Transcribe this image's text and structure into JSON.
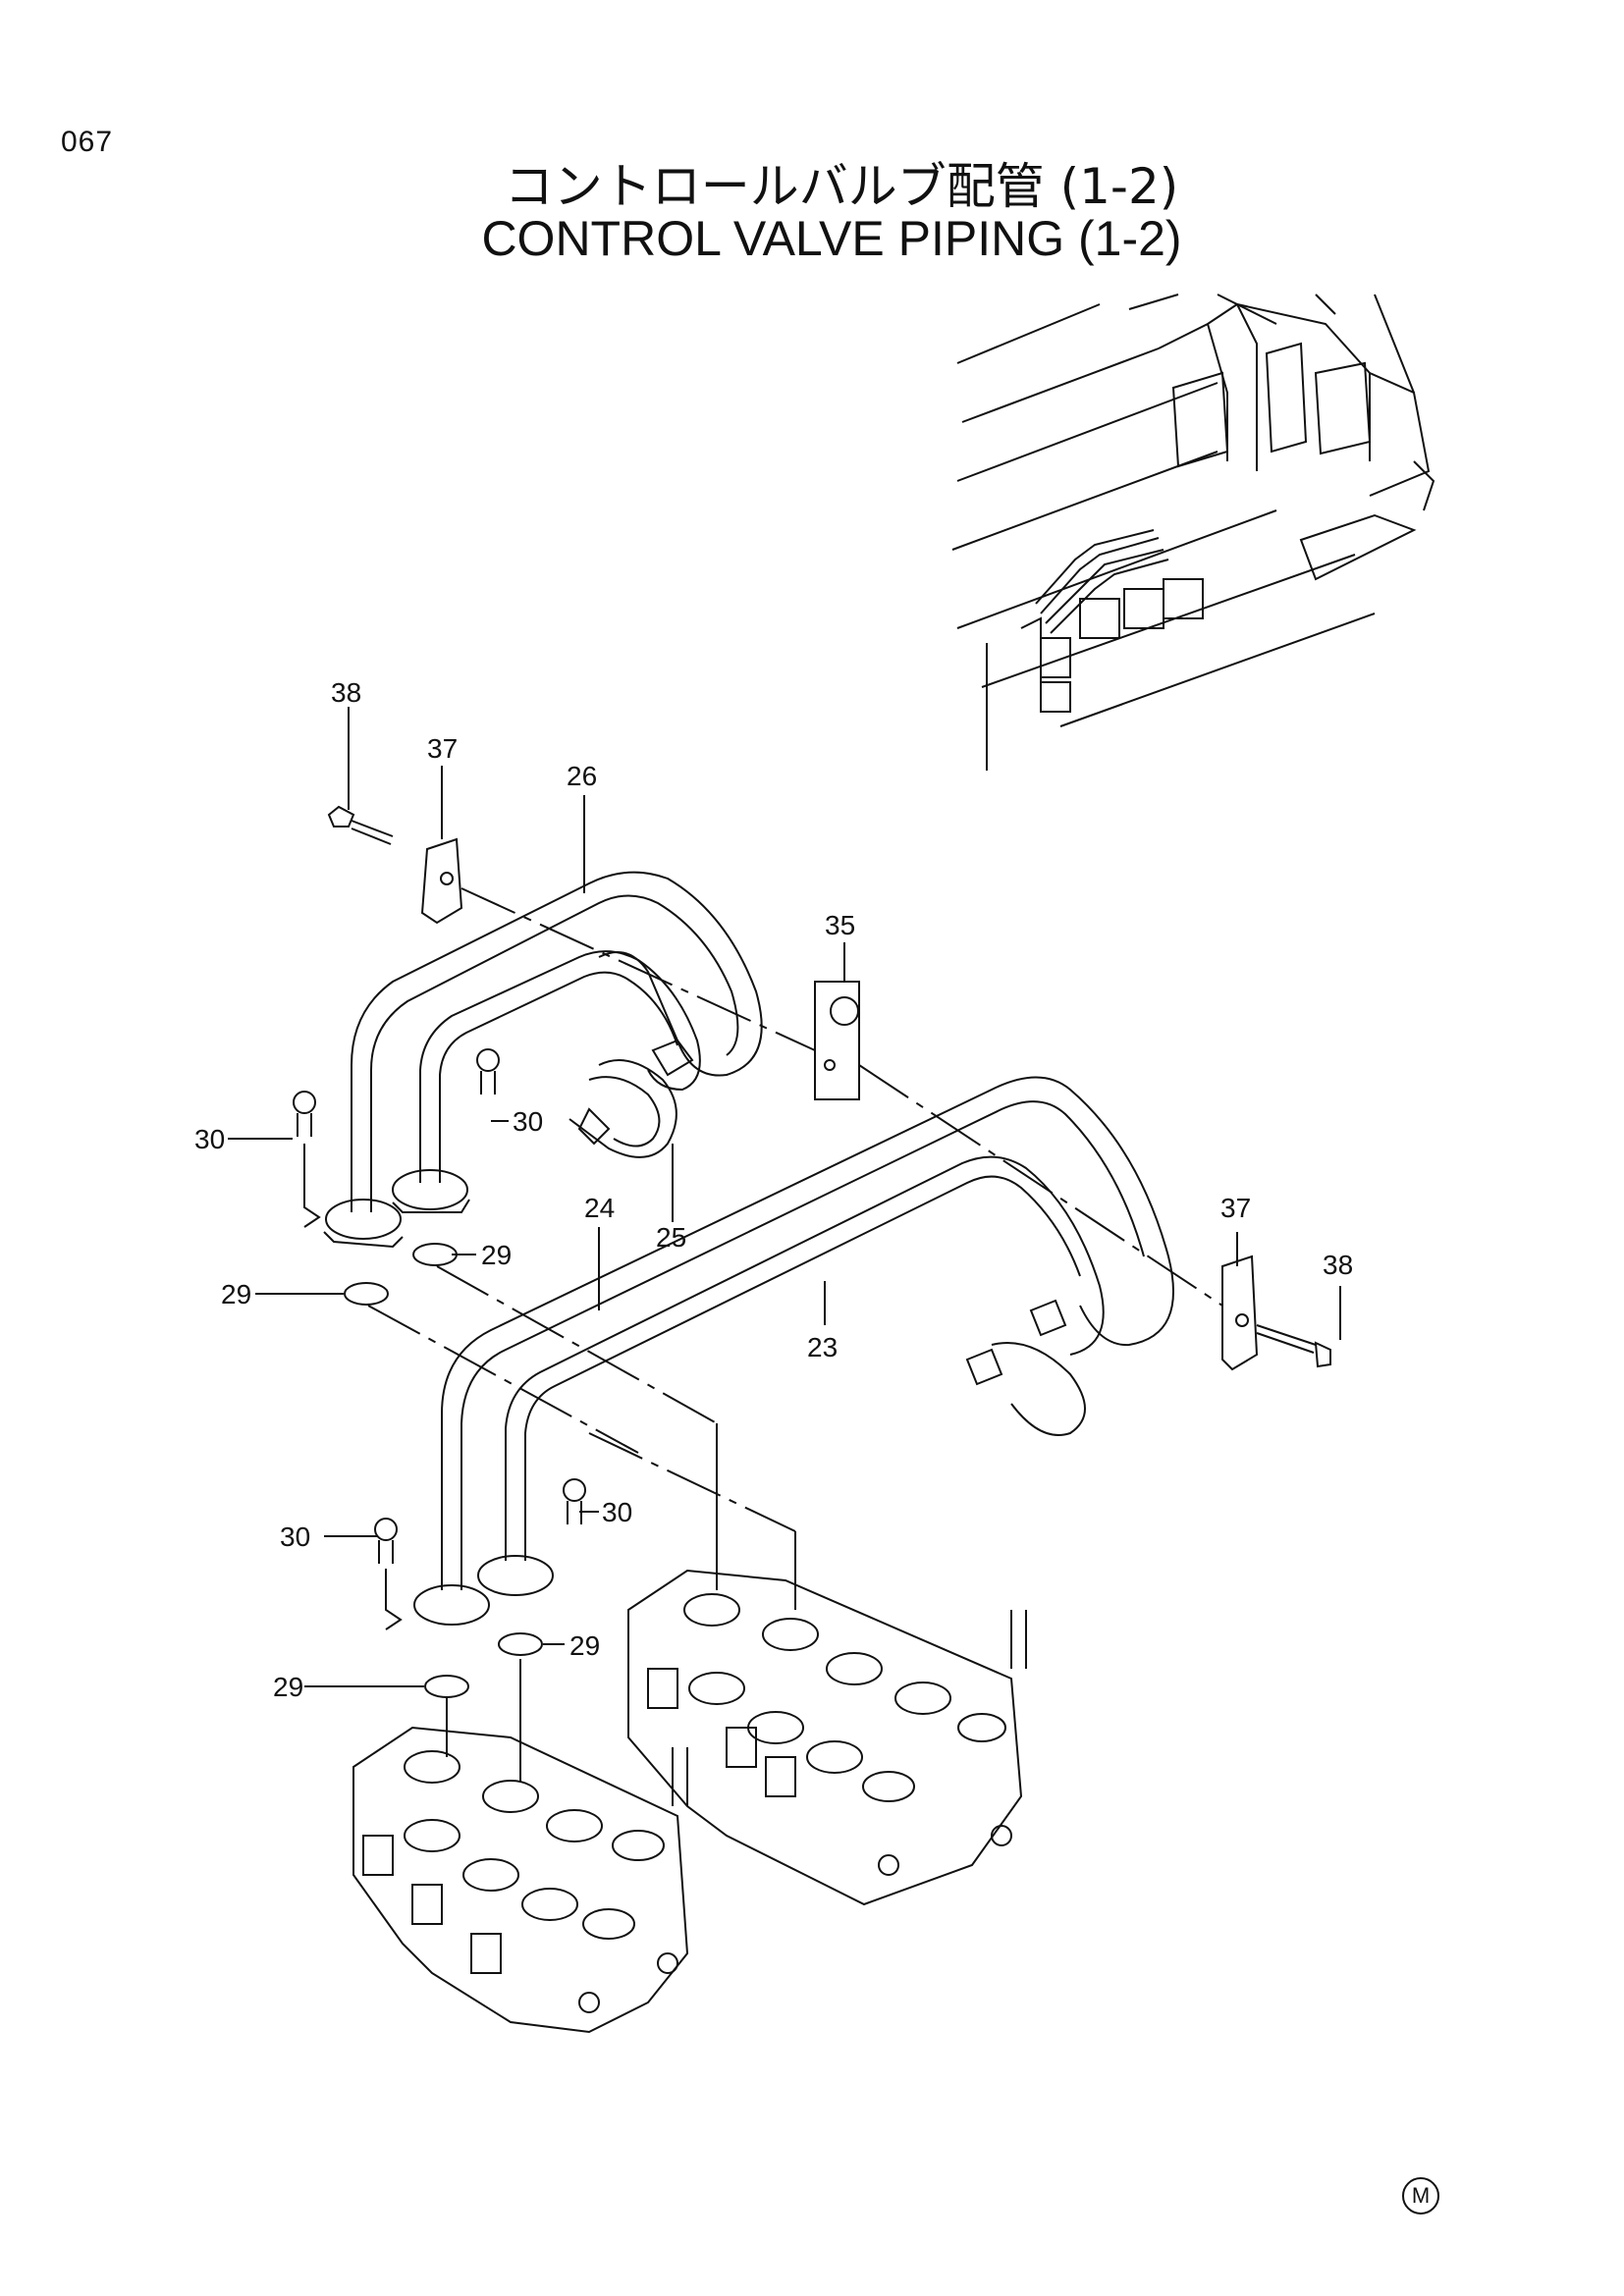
{
  "page_number": "067",
  "title_jp": "コントロールバルブ配管 (1-2)",
  "title_en": "CONTROL VALVE PIPING (1-2)",
  "callouts": [
    {
      "id": "c38a",
      "text": "38"
    },
    {
      "id": "c37a",
      "text": "37"
    },
    {
      "id": "c26",
      "text": "26"
    },
    {
      "id": "c35",
      "text": "35"
    },
    {
      "id": "c30a",
      "text": "30"
    },
    {
      "id": "c30b",
      "text": "30"
    },
    {
      "id": "c25",
      "text": "25"
    },
    {
      "id": "c24",
      "text": "24"
    },
    {
      "id": "c29a",
      "text": "29"
    },
    {
      "id": "c29b",
      "text": "29"
    },
    {
      "id": "c23",
      "text": "23"
    },
    {
      "id": "c37b",
      "text": "37"
    },
    {
      "id": "c38b",
      "text": "38"
    },
    {
      "id": "c30c",
      "text": "30"
    },
    {
      "id": "c30d",
      "text": "30"
    },
    {
      "id": "c29c",
      "text": "29"
    },
    {
      "id": "c29d",
      "text": "29"
    }
  ],
  "footer_mark": "M"
}
